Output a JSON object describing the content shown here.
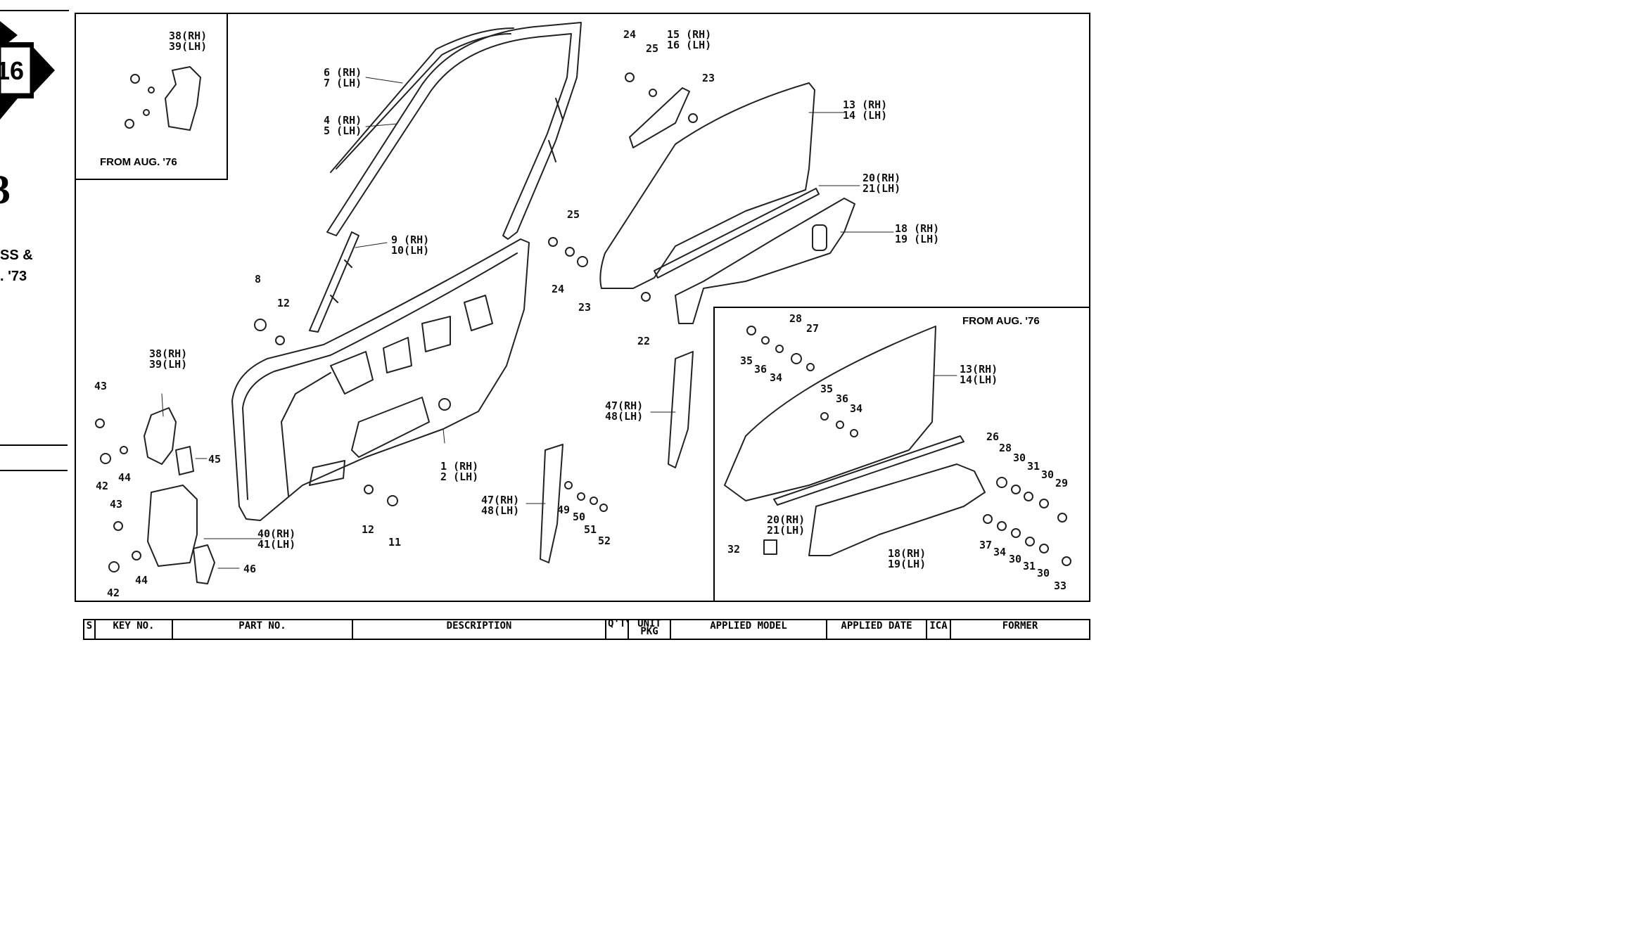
{
  "sidebar": {
    "section_number": "16",
    "big_digit": "3",
    "caption_line1": "SS &",
    "caption_line2": ". '73"
  },
  "insets": {
    "top_left_caption": "FROM AUG. '76",
    "bottom_right_caption": "FROM AUG. '76"
  },
  "callouts": {
    "c38_39_top": "38(RH)\n39(LH)",
    "c6_7": "6 (RH)\n7 (LH)",
    "c4_5": "4 (RH)\n5 (LH)",
    "c9_10": "9 (RH)\n10(LH)",
    "c8": "8",
    "c12_upper": "12",
    "c38_39": "38(RH)\n39(LH)",
    "c43_upper": "43",
    "c45": "45",
    "c42_upper": "42",
    "c44_upper": "44",
    "c43_lower": "43",
    "c40_41": "40(RH)\n41(LH)",
    "c42_lower": "42",
    "c44_lower": "44",
    "c46": "46",
    "c12_lower": "12",
    "c11": "11",
    "c1_2": "1 (RH)\n2 (LH)",
    "c47_48_left": "47(RH)\n48(LH)",
    "c49": "49",
    "c50": "50",
    "c51": "51",
    "c52": "52",
    "c25_mid": "25",
    "c24_mid": "24",
    "c23_mid": "23",
    "c24_top": "24",
    "c25_top": "25",
    "c15_16": "15 (RH)\n16 (LH)",
    "c23_top": "23",
    "c13_14": "13 (RH)\n14 (LH)",
    "c20_21": "20(RH)\n21(LH)",
    "c18_19": "18 (RH)\n19 (LH)",
    "c22": "22",
    "c47_48_right": "47(RH)\n48(LH)",
    "i28": "28",
    "i27": "27",
    "i35a": "35",
    "i36a": "36",
    "i34a": "34",
    "i35b": "35",
    "i36b": "36",
    "i34b": "34",
    "i13_14": "13(RH)\n14(LH)",
    "i26": "26",
    "i28b": "28",
    "i30a": "30",
    "i31a": "31",
    "i30b": "30",
    "i29": "29",
    "i20_21": "20(RH)\n21(LH)",
    "i32": "32",
    "i18_19": "18(RH)\n19(LH)",
    "i37": "37",
    "i34c": "34",
    "i30c": "30",
    "i31b": "31",
    "i30d": "30",
    "i33": "33"
  },
  "table_header": {
    "col1": "S",
    "col2": "KEY NO.",
    "col3": "PART  NO.",
    "col4": "DESCRIPTION",
    "col5": "Q'TY",
    "col6": "UNIT\nPKG",
    "col7": "APPLIED MODEL",
    "col8": "APPLIED DATE",
    "col9": "ICA",
    "col10": "FORMER"
  }
}
